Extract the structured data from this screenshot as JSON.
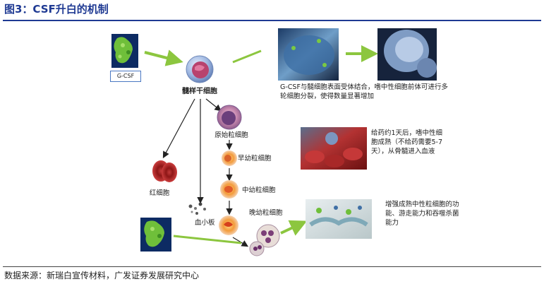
{
  "header": {
    "title": "图3：CSF升白的机制"
  },
  "footer": {
    "source": "数据来源：新瑞白宣传材料，广发证券发展研究中心"
  },
  "diagram": {
    "gcsf_label": "G-CSF",
    "stem_cell": "髓样干细胞",
    "myeloblast": "原始粒细胞",
    "promyelocyte": "早幼粒细胞",
    "myelocyte": "中幼粒细胞",
    "metamyelocyte": "晚幼粒细胞",
    "red_cell": "红细胞",
    "platelet": "血小板",
    "note1": "G-CSF与髓细胞表面受体结合，嗜中性细胞前体可进行多轮细胞分裂，使得数量显著增加",
    "note2": "给药约1天后，嗜中性细胞成熟（不给药需要5-7天），从骨髓进入血液",
    "note3": "增强成熟中性粒细胞的功能、游走能力和吞噬杀菌能力"
  },
  "colors": {
    "title_blue": "#1f3a93",
    "arrow_green": "#8cc63f",
    "protein_green": "#6fbf3a"
  }
}
